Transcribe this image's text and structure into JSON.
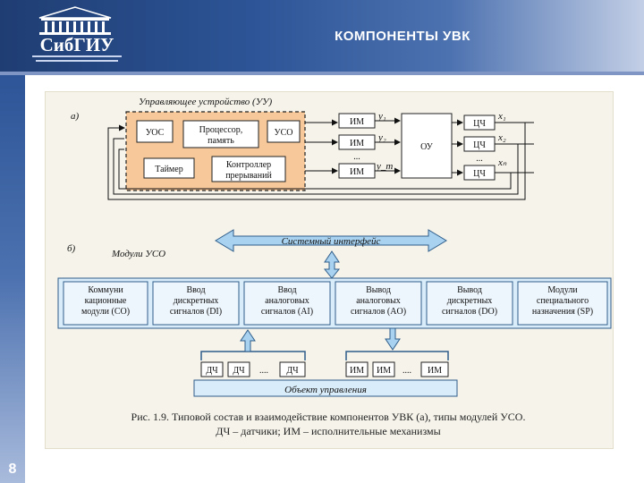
{
  "header": {
    "logo_text": "СибГИУ",
    "title": "КОМПОНЕНТЫ УВК"
  },
  "slide_number": "8",
  "diagram": {
    "part_a": {
      "marker": "а)",
      "group_label": "Управляющее устройство (УУ)",
      "blocks": {
        "uos": "УОС",
        "cpu": [
          "Процессор,",
          "память"
        ],
        "uso": "УСО",
        "timer": "Таймер",
        "interrupt": [
          "Контроллер",
          "прерываний"
        ],
        "im1": "ИМ",
        "im2": "ИМ",
        "imm": "ИМ",
        "ou": "ОУ",
        "chch1": "ЦЧ",
        "chch2": "ЦЧ",
        "chchn": "ЦЧ"
      },
      "signals": {
        "y1": "y₁",
        "y2": "y₂",
        "ym": "y_m",
        "x1": "x₁",
        "x2": "x₂",
        "xn": "xₙ",
        "dots": "..."
      }
    },
    "part_b": {
      "marker": "б)",
      "modules_label": "Модули УСО",
      "bus_label": "Системный интерфейс",
      "modules": [
        [
          "Коммуни",
          "кационные",
          "модули (CO)"
        ],
        [
          "Ввод",
          "дискретных",
          "сигналов (DI)"
        ],
        [
          "Ввод",
          "аналоговых",
          "сигналов (AI)"
        ],
        [
          "Вывод",
          "аналоговых",
          "сигналов (AO)"
        ],
        [
          "Вывод",
          "дискретных",
          "сигналов (DO)"
        ],
        [
          "Модули",
          "специального",
          "назначения (SP)"
        ]
      ],
      "sensors": [
        "ДЧ",
        "ДЧ",
        "....",
        "ДЧ"
      ],
      "actuators": [
        "ИМ",
        "ИМ",
        "....",
        "ИМ"
      ],
      "object_label": "Объект   управления"
    }
  },
  "caption": {
    "line1": "Рис. 1.9. Типовой состав и взаимодействие компонентов УВК (а), типы модулей УСО.",
    "line2": "ДЧ – датчики; ИМ – исполнительные механизмы"
  },
  "colors": {
    "uu_fill": "#f6c89a",
    "block_fill": "#ffffff",
    "bus_fill": "#a9d2f0",
    "module_fill": "#d9ecfa",
    "object_fill": "#d9ecfa"
  }
}
